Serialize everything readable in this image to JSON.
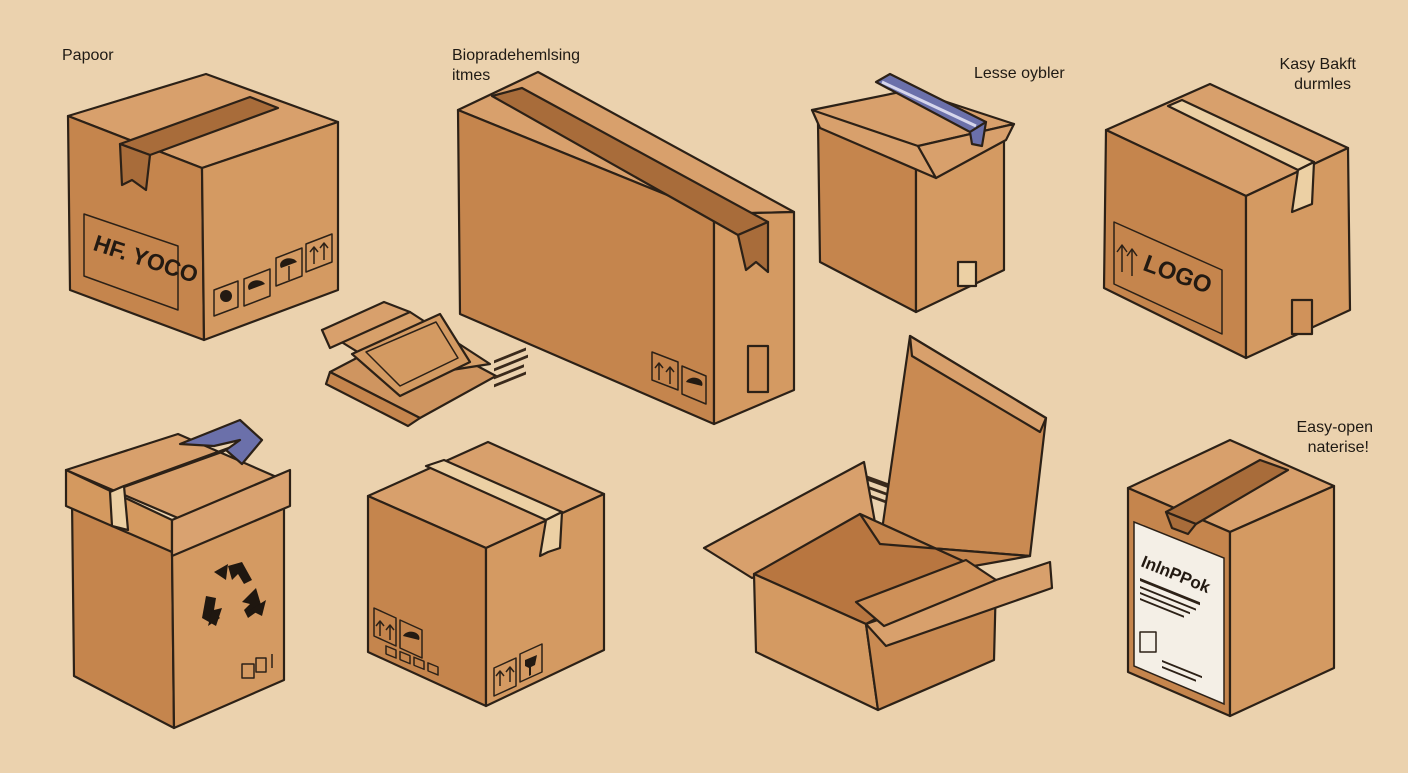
{
  "captions": {
    "c1": "Papoor",
    "c2_line1": "Biopradehemlsing",
    "c2_line2": "itmes",
    "c3": "Lesse oybler",
    "c4_line1": "Kasy Bakft",
    "c4_line2": "durmles",
    "c5_line1": "Easy-open",
    "c5_line2": "naterise!"
  },
  "box_labels": {
    "brand_label": "HF. YOCO",
    "logo_label": "LOGO",
    "shipping_label_title": "InlnPPok"
  },
  "colors": {
    "background": "#ebd2ae",
    "cardboard_light": "#d9a270",
    "cardboard_mid": "#c98a52",
    "cardboard_dark": "#b87640",
    "tape_brown": "#a86c3a",
    "tape_beige": "#ecd0a4",
    "tape_blue": "#6b70aa",
    "label_paper": "#f4efe6"
  },
  "icons": [
    "fragile-glass-icon",
    "umbrella-keep-dry-icon",
    "this-way-up-arrows-icon",
    "recycle-icon"
  ]
}
